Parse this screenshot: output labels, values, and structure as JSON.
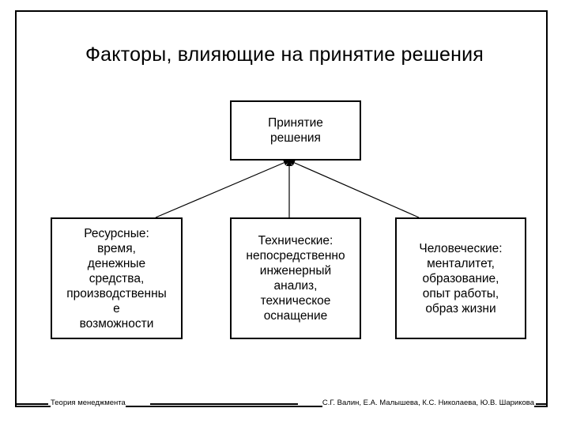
{
  "title": "Факторы, влияющие на принятие решения",
  "nodes": {
    "decision": "Принятие\nрешения",
    "resource": "Ресурсные:\nвремя,\nденежные\nсредства,\nпроизводственны\nе\nвозможности",
    "technical": "Технические:\nнепосредственно\nинженерный\nанализ,\nтехническое\nоснащение",
    "human": "Человеческие:\nменталитет,\nобразование,\nопыт работы,\nобраз жизни"
  },
  "footer": {
    "left": "Теория менеджмента",
    "right": "С.Г. Валин, Е.А. Малышева, К.С. Николаева, Ю.В. Шарикова"
  }
}
